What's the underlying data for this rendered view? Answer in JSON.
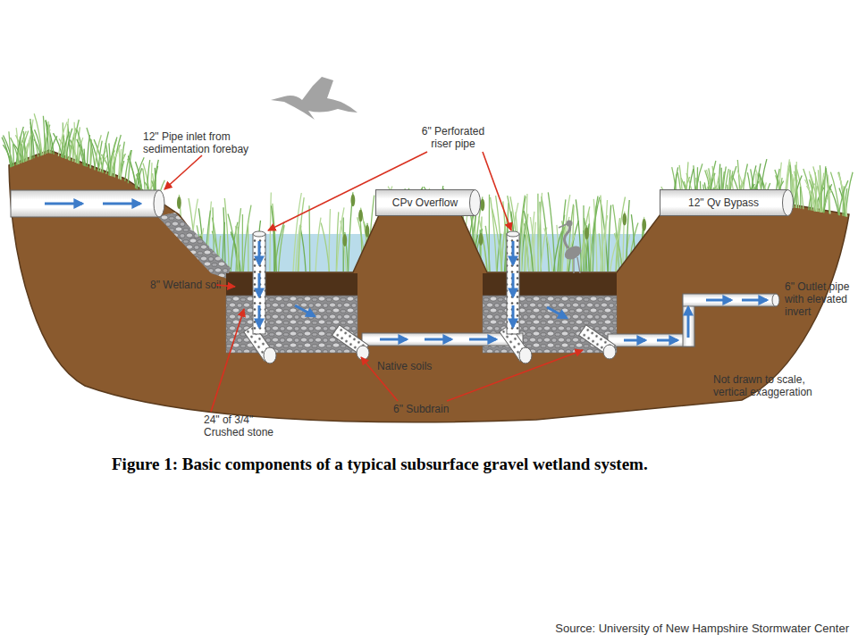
{
  "diagram": {
    "caption": "Figure 1: Basic components of a typical subsurface gravel wetland system.",
    "nodes": [
      {
        "text": [
          "CPv Overflow"
        ]
      },
      {
        "text": [
          "12\" Qv Bypass"
        ]
      }
    ],
    "labels": [
      "12\" Pipe inlet from sedimentation forebay",
      "6\" Perforated riser pipe",
      "8\" Wetland soil",
      "24\" of 3/4\" Crushed stone",
      "Native soils",
      "6\" Subdrain",
      "6\" Outlet pipe with elevated invert",
      "Not drawn to scale, vertical exaggeration",
      "Source: University of New Hampshire Stormwater Center"
    ]
  }
}
